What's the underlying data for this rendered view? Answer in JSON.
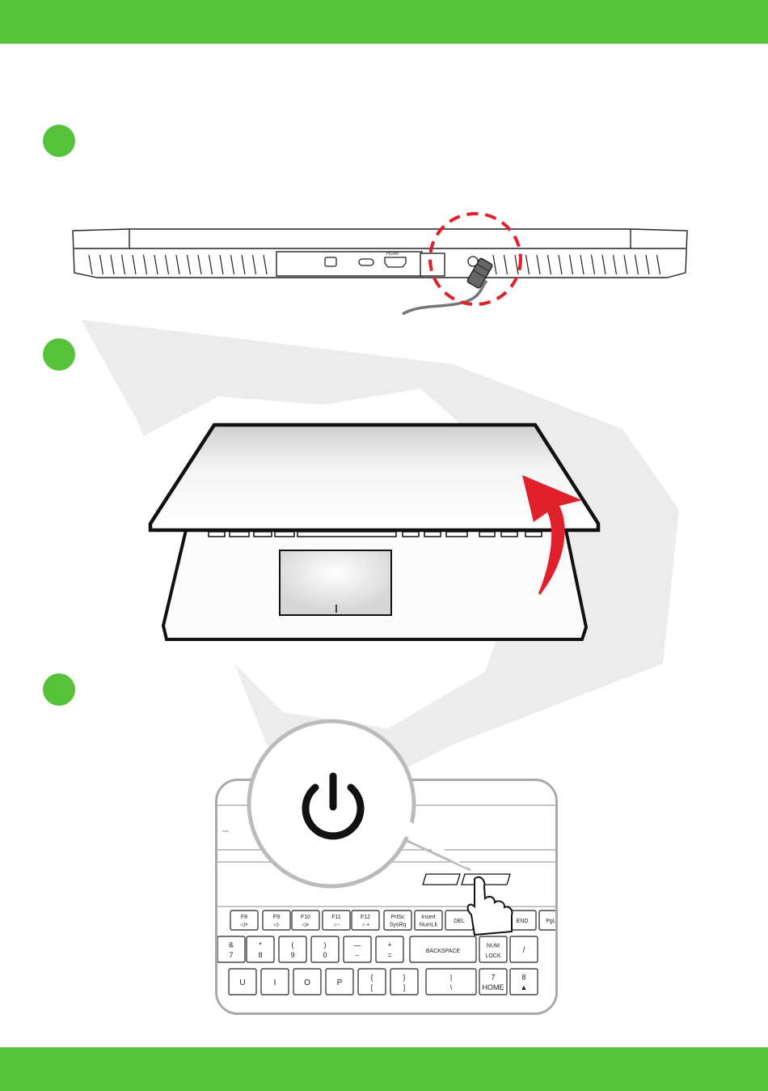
{
  "colors": {
    "brand_green": "#56c23a",
    "callout_red": "#e0202a",
    "line_dark": "#111111",
    "watermark_grey": "#ececec"
  },
  "steps": [
    {
      "marker": "",
      "illustration": "laptop-rear-power-jack"
    },
    {
      "marker": "",
      "illustration": "laptop-lid-opening"
    },
    {
      "marker": "",
      "illustration": "keyboard-power-button"
    }
  ],
  "port_labels": {
    "hdmi": "HDMI"
  },
  "keyboard": {
    "fn_row": [
      "F8",
      "F9",
      "F10",
      "F11",
      "F12",
      "PrtSc SysRq",
      "Insert NumLk",
      "DEL",
      "END",
      "PgUp"
    ],
    "fn_glyphs": [
      "◁×",
      "◁-",
      "◁+",
      "☼-",
      "☼+"
    ],
    "row2_top": [
      "&",
      "*",
      "(",
      ")",
      "—",
      "+"
    ],
    "row2_bottom": [
      "7",
      "8",
      "9",
      "0",
      "–",
      "="
    ],
    "backspace": "BACKSPACE",
    "numlock": [
      "NUM",
      "LOCK"
    ],
    "slash": "/",
    "row3": [
      "U",
      "I",
      "O",
      "P"
    ],
    "brackets_top": [
      "{",
      "}",
      "|"
    ],
    "brackets_bottom": [
      "[",
      "]",
      "\\"
    ],
    "num7": [
      "7",
      "HOME"
    ],
    "num8": [
      "8",
      "▲"
    ]
  }
}
